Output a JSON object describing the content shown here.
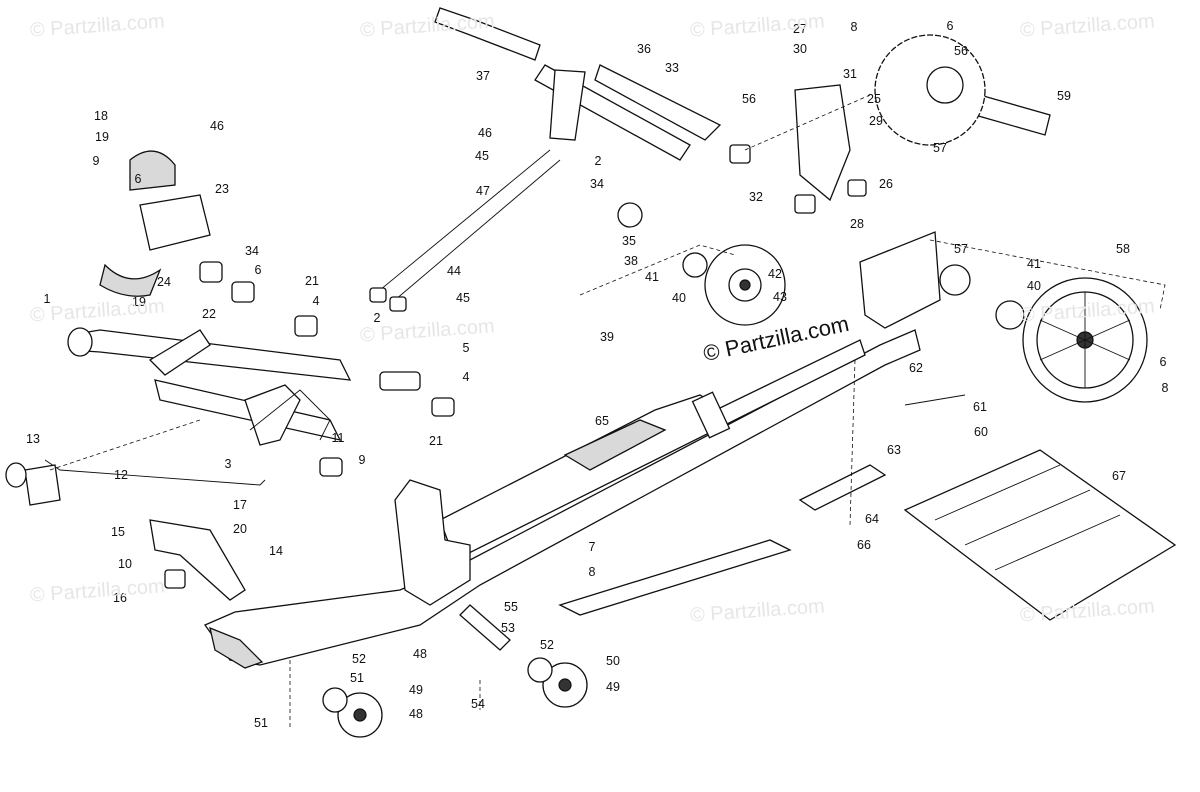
{
  "watermark": "© Partzilla.com",
  "labels": [
    "1",
    "2",
    "2",
    "3",
    "4",
    "4",
    "5",
    "6",
    "6",
    "6",
    "6",
    "7",
    "8",
    "8",
    "8",
    "9",
    "9",
    "10",
    "11",
    "12",
    "13",
    "14",
    "15",
    "16",
    "17",
    "18",
    "19",
    "19",
    "20",
    "21",
    "21",
    "22",
    "23",
    "24",
    "25",
    "26",
    "27",
    "28",
    "29",
    "30",
    "31",
    "32",
    "33",
    "34",
    "34",
    "35",
    "36",
    "37",
    "38",
    "39",
    "40",
    "40",
    "41",
    "41",
    "42",
    "43",
    "44",
    "45",
    "45",
    "46",
    "46",
    "47",
    "48",
    "48",
    "49",
    "49",
    "50",
    "51",
    "51",
    "52",
    "52",
    "53",
    "54",
    "55",
    "56",
    "56",
    "57",
    "57",
    "58",
    "59",
    "60",
    "61",
    "62",
    "63",
    "64",
    "65",
    "66",
    "67"
  ]
}
